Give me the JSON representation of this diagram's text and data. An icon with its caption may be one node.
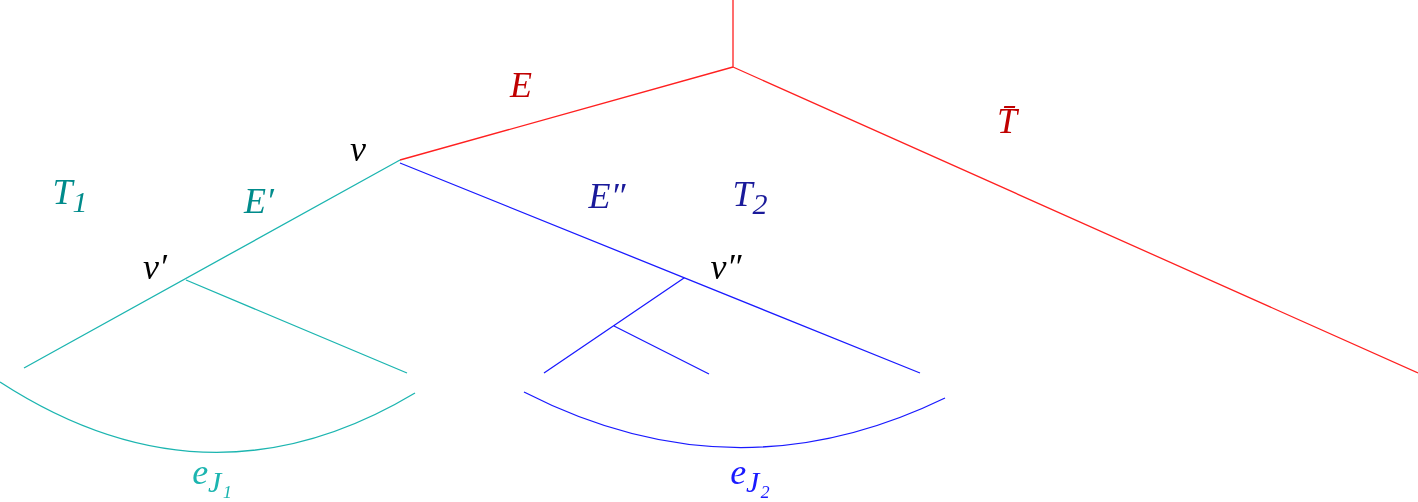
{
  "diagram": {
    "labels": [
      "E",
      "v",
      "T̄",
      "T$_{1}$",
      "E′",
      "E″",
      "T$_{2}$",
      "v′",
      "v″",
      "e$_{J₁}$",
      "e$_{J₂}$"
    ]
  }
}
